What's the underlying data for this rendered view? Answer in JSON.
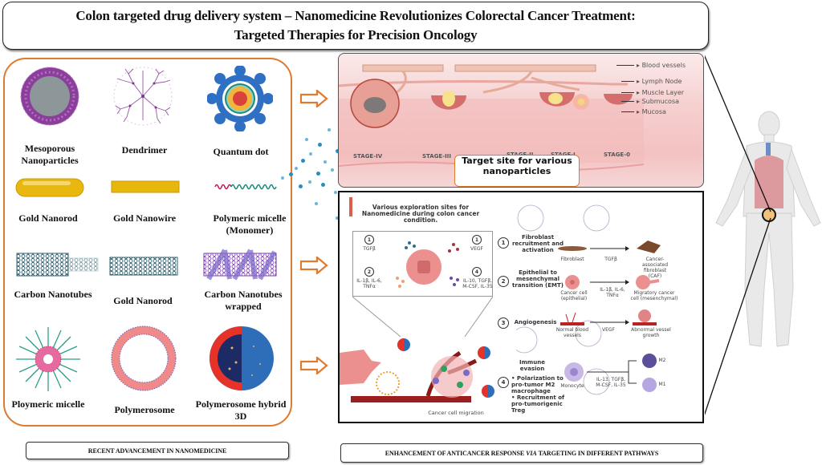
{
  "title": {
    "line1": "Colon targeted drug delivery system – Nanomedicine Revolutionizes Colorectal Cancer Treatment:",
    "line2": "Targeted Therapies for Precision Oncology"
  },
  "nanomedicine_panel": {
    "items": [
      {
        "label": "Mesoporous Nanoparticles",
        "icon": "mesoporous-nanoparticle-icon"
      },
      {
        "label": "Dendrimer",
        "icon": "dendrimer-icon"
      },
      {
        "label": "Quantum dot",
        "icon": "quantum-dot-icon"
      },
      {
        "label": "Gold Nanorod",
        "icon": "gold-nanorod-icon"
      },
      {
        "label": "Gold Nanowire",
        "icon": "gold-nanowire-icon"
      },
      {
        "label": "Polymeric micelle (Monomer)",
        "icon": "micelle-monomer-icon"
      },
      {
        "label": "Carbon Nanotubes",
        "icon": "carbon-nanotube-icon"
      },
      {
        "label": "Gold Nanorod",
        "icon": "gold-nanorod-lattice-icon"
      },
      {
        "label": "Carbon Nanotubes wrapped",
        "icon": "wrapped-nanotube-icon"
      },
      {
        "label": "Ploymeric micelle",
        "icon": "polymeric-micelle-icon"
      },
      {
        "label": "Polymerosome",
        "icon": "polymerosome-icon"
      },
      {
        "label": "Polymerosome hybrid 3D",
        "icon": "polymerosome-hybrid-icon"
      }
    ],
    "caption": "RECENT ADVANCEMENT IN NANOMEDICINE"
  },
  "colon_panel": {
    "layers": [
      "Blood vessels",
      "Lymph Node",
      "Muscle Layer",
      "Submucosa",
      "Mucosa"
    ],
    "stages": [
      "STAGE-IV",
      "STAGE-III",
      "STAGE-II",
      "STAGE-I",
      "STAGE-0"
    ],
    "target_label": "Target site for various nanoparticles"
  },
  "pathway_panel": {
    "heading": "Various exploration sites for Nanomedicine during colon cancer condition.",
    "inset_labels": [
      {
        "num": "1",
        "text": "TGFβ"
      },
      {
        "num": "1",
        "text": "VEGF"
      },
      {
        "num": "2",
        "text": "IL-1β, IL-6, TNFα"
      },
      {
        "num": "4",
        "text": "IL-10, TGFβ, M-CSF, IL-35"
      }
    ],
    "steps": [
      {
        "num": "1",
        "title": "Fibroblast recruitment and activation",
        "from": "Fibroblast",
        "mediator": "TGFβ",
        "to": "Cancer-associated fibroblast (CAF)"
      },
      {
        "num": "2",
        "title": "Epithelial to mesenchymal transition (EMT)",
        "from": "Cancer cell (epithelial)",
        "mediator": "IL-1β, IL-6, TNFα",
        "to": "Migratory cancer cell (mesenchymal)"
      },
      {
        "num": "3",
        "title": "Angiogenesis",
        "from": "Normal blood vessels",
        "mediator": "VEGF",
        "to": "Abnormal vessel growth"
      },
      {
        "num": "4",
        "title": "Immune evasion",
        "bullets": [
          "Polarization to pro-tumor M2 macrophage",
          "Recruitment of pro-tumorigenic Treg"
        ],
        "from": "Monocyte",
        "mediator": "IL-13, TGFβ, M-CSF, IL-35",
        "to_a": "M2",
        "to_b": "M1"
      }
    ],
    "migration_label": "Cancer cell migration",
    "caption_pre": "ENHANCEMENT OF ANTICANCER RESPONSE ",
    "caption_em": "VIA",
    "caption_post": " TARGETING IN DIFFERENT PATHWAYS"
  },
  "colors": {
    "accent_orange": "#e07a2e",
    "nanoparticle_blue": "#2a8db8",
    "tissue_pink": "#f3c2c2"
  }
}
